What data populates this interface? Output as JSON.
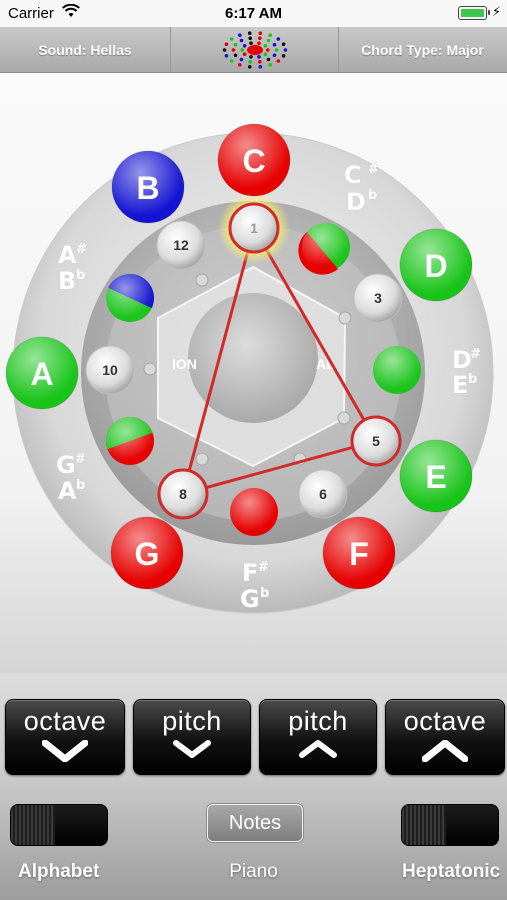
{
  "status": {
    "carrier": "Carrier",
    "time": "6:17 AM"
  },
  "toolbar": {
    "sound": "Sound: Hellas",
    "chord_type": "Chord Type: Major"
  },
  "wheel": {
    "notes": [
      {
        "label": "C",
        "color": "#e60000"
      },
      {
        "label": "D",
        "color": "#19c419"
      },
      {
        "label": "E",
        "color": "#19c419"
      },
      {
        "label": "F",
        "color": "#e60000"
      },
      {
        "label": "G",
        "color": "#e60000"
      },
      {
        "label": "A",
        "color": "#19c419"
      },
      {
        "label": "B",
        "color": "#1414d2"
      }
    ],
    "accidentals": [
      {
        "sharp": "C",
        "flat": "D"
      },
      {
        "sharp": "D",
        "flat": "E"
      },
      {
        "sharp": "F",
        "flat": "G"
      },
      {
        "sharp": "G",
        "flat": "A"
      },
      {
        "sharp": "A",
        "flat": "B"
      }
    ],
    "steps": [
      "1",
      "3",
      "5",
      "6",
      "8",
      "10",
      "12"
    ],
    "inner_left_text": "ION",
    "inner_right_text": "AL"
  },
  "controls": {
    "octave_down": "octave",
    "pitch_down": "pitch",
    "pitch_up": "pitch",
    "octave_up": "octave",
    "notes": "Notes",
    "alphabet": "Alphabet",
    "piano": "Piano",
    "heptatonic": "Heptatonic"
  }
}
